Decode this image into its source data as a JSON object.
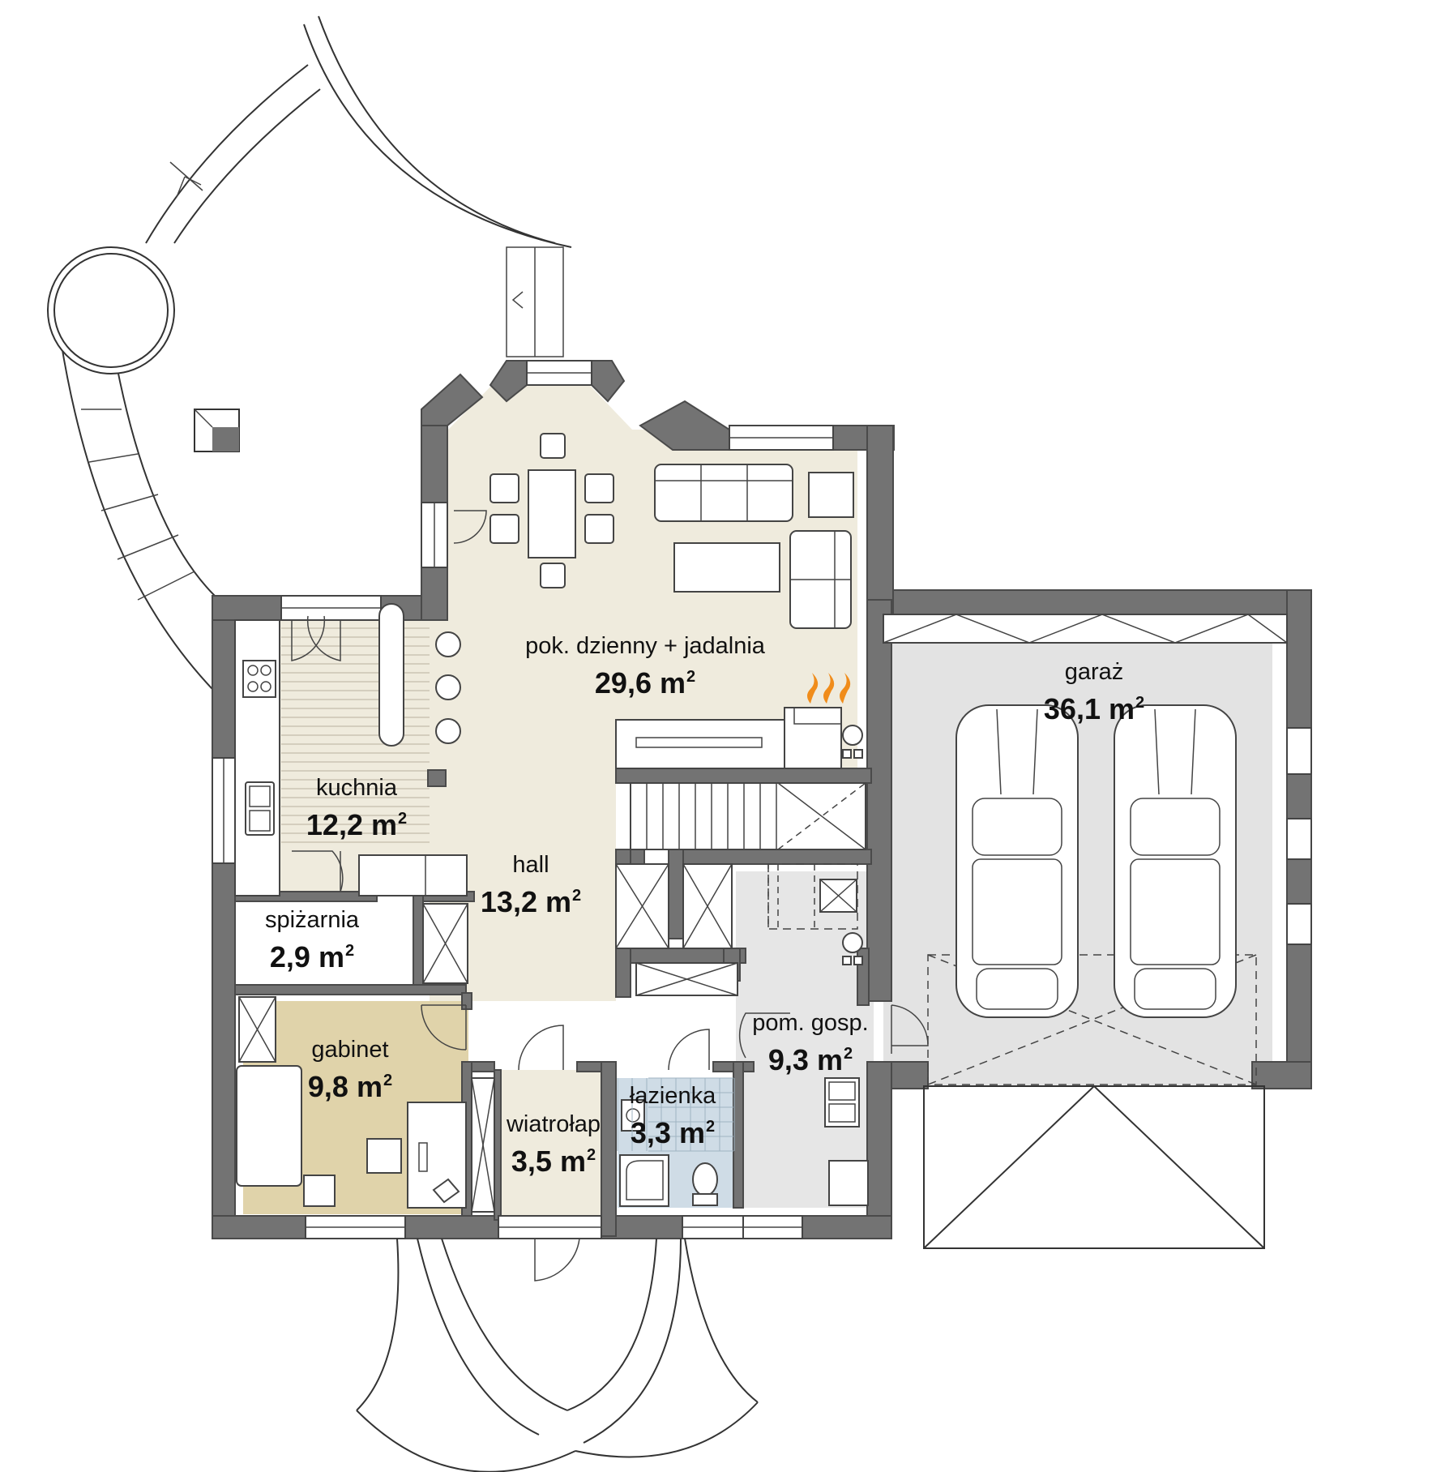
{
  "colors": {
    "living": "#efebdd",
    "office": "#e0d3aa",
    "bathroom": "#cfdce6",
    "utility": "#e6e6e6",
    "garage": "#e3e3e3",
    "wall": "#737373",
    "fire": "#f08c1a"
  },
  "rooms": [
    {
      "id": "living",
      "name": "pok. dzienny + jadalnia",
      "area": "29,6 m",
      "unit_sup": "2"
    },
    {
      "id": "kitchen",
      "name": "kuchnia",
      "area": "12,2 m",
      "unit_sup": "2"
    },
    {
      "id": "hall",
      "name": "hall",
      "area": "13,2 m",
      "unit_sup": "2"
    },
    {
      "id": "pantry",
      "name": "spiżarnia",
      "area": "2,9 m",
      "unit_sup": "2"
    },
    {
      "id": "office",
      "name": "gabinet",
      "area": "9,8 m",
      "unit_sup": "2"
    },
    {
      "id": "vestibule",
      "name": "wiatrołap",
      "area": "3,5 m",
      "unit_sup": "2"
    },
    {
      "id": "bathroom",
      "name": "łazienka",
      "area": "3,3 m",
      "unit_sup": "2"
    },
    {
      "id": "utility",
      "name": "pom. gosp.",
      "area": "9,3 m",
      "unit_sup": "2"
    },
    {
      "id": "garage",
      "name": "garaż",
      "area": "36,1 m",
      "unit_sup": "2"
    }
  ],
  "icons": [
    "fireplace-icon",
    "car-icon",
    "stove-icon",
    "sink-icon",
    "toilet-icon",
    "shower-icon",
    "door-swing-icon",
    "stairs-icon",
    "compass-circle-icon"
  ]
}
